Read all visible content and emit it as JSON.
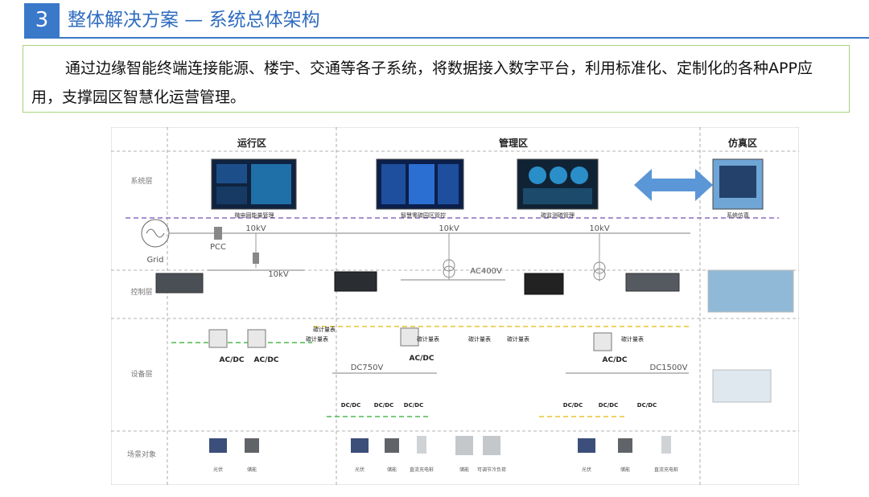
{
  "header": {
    "section_number": "3",
    "title": "整体解决方案 — 系统总体架构"
  },
  "intro": {
    "text": "通过边缘智能终端连接能源、楼宇、交通等各子系统，将数据接入数字平台，利用标准化、定制化的各种APP应用，支撑园区智慧化运营管理。"
  },
  "diagram": {
    "zones": {
      "operation": "运行区",
      "management": "管理区",
      "simulation": "仿真区"
    },
    "layers": {
      "system": "系统层",
      "control": "控制层",
      "device": "设备层",
      "scene": "场景对象"
    },
    "systems": {
      "microgrid": "微电网能量管理",
      "park": "智慧零碳园区管控",
      "carbon": "碳监测碳管理",
      "sim": "系统仿真"
    },
    "grid_label": "Grid",
    "pcc_label": "PCC",
    "voltages": {
      "v10kv_a": "10kV",
      "v10kv_b": "10kV",
      "v10kv_c": "10kV",
      "v10kv_d": "10kV",
      "ac400v": "AC400V",
      "dc750v": "DC750V",
      "dc1500v": "DC1500V"
    },
    "converters": {
      "acdc1": "AC/DC",
      "acdc2": "AC/DC",
      "acdc3": "AC/DC",
      "acdc4": "AC/DC"
    },
    "dcdc": [
      "DC/DC",
      "DC/DC",
      "DC/DC",
      "DC/DC",
      "DC/DC",
      "DC/DC"
    ],
    "meters": [
      "碳计量表",
      "碳计量表",
      "碳计量表",
      "碳计量表",
      "碳计量表",
      "碳计量表"
    ],
    "scene_objects": [
      "光伏",
      "储能",
      "光伏",
      "储能",
      "直流充电桩",
      "储能",
      "可调节冷负荷",
      "光伏",
      "储能",
      "直流充电桩"
    ],
    "colors": {
      "purple": "#8a6bc2",
      "green": "#4fb84f",
      "yellow": "#e6c532",
      "arrow": "#5b96d6",
      "dash": "#9a9a9a"
    }
  }
}
